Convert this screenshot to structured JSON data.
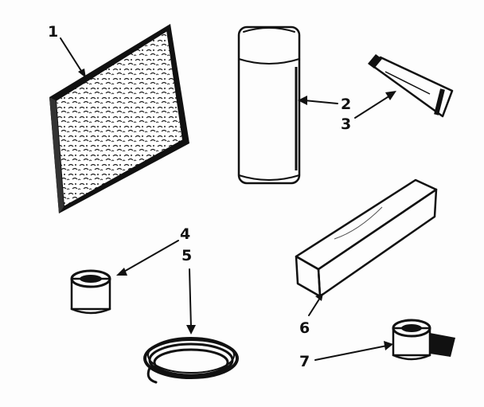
{
  "callouts": {
    "c1": "1",
    "c2": "2",
    "c3": "3",
    "c4": "4",
    "c5": "5",
    "c6": "6",
    "c7": "7"
  },
  "colors": {
    "ink": "#111111",
    "paper": "#fdfdfd"
  }
}
